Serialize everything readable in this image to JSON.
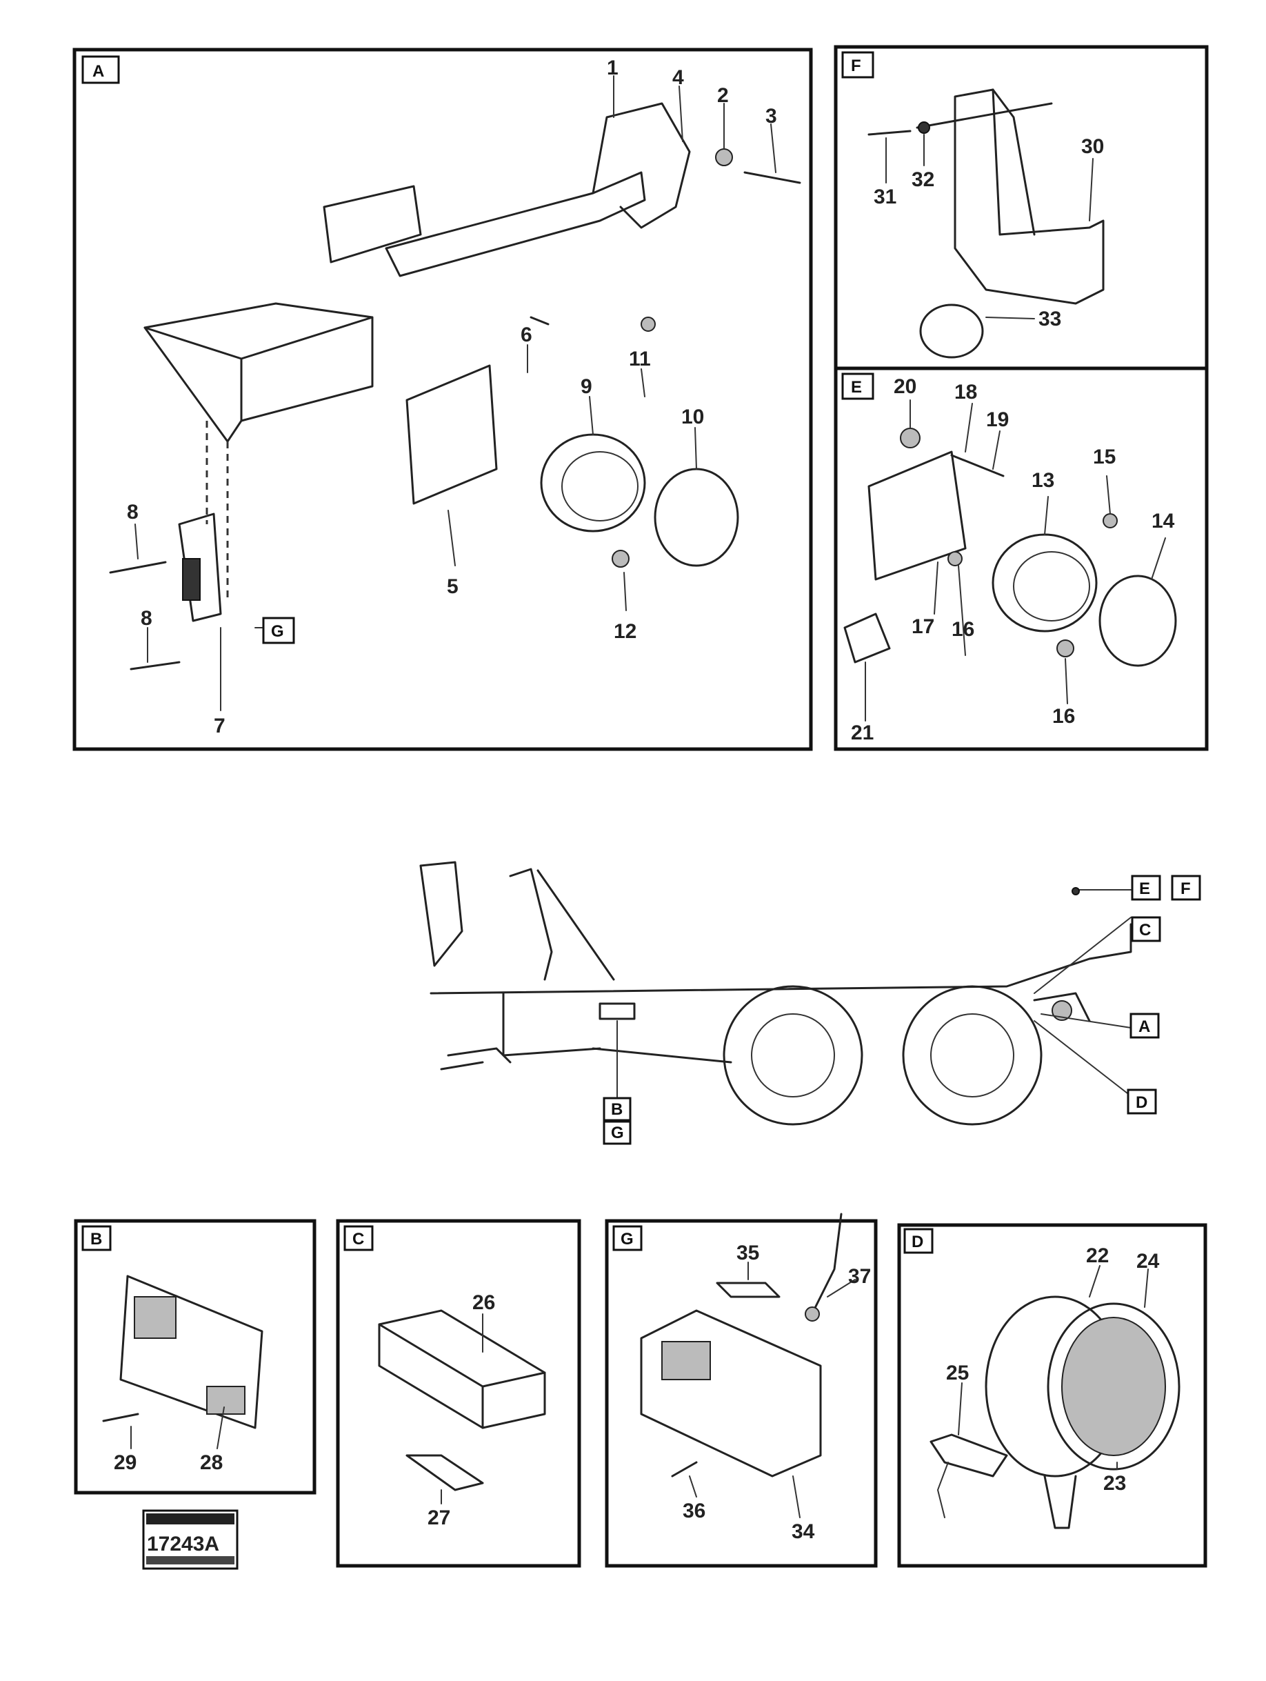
{
  "panels": {
    "A": {
      "letter": "A",
      "labels": [
        "1",
        "4",
        "2",
        "3",
        "6",
        "11",
        "9",
        "10",
        "8",
        "8",
        "5",
        "12",
        "7"
      ],
      "ref_tag": "G"
    },
    "F": {
      "letter": "F",
      "labels": [
        "31",
        "32",
        "30",
        "33"
      ]
    },
    "E": {
      "letter": "E",
      "labels": [
        "20",
        "18",
        "19",
        "13",
        "15",
        "14",
        "17",
        "16",
        "21",
        "16"
      ]
    },
    "B": {
      "letter": "B",
      "labels": [
        "29",
        "28"
      ]
    },
    "C": {
      "letter": "C",
      "labels": [
        "26",
        "27"
      ]
    },
    "G": {
      "letter": "G",
      "labels": [
        "35",
        "37",
        "36",
        "34"
      ]
    },
    "D": {
      "letter": "D",
      "labels": [
        "22",
        "24",
        "25",
        "23"
      ]
    }
  },
  "vehicle_tags": [
    "E",
    "F",
    "C",
    "A",
    "D",
    "B",
    "G"
  ],
  "stamp": {
    "top": "",
    "code": "17243A"
  }
}
